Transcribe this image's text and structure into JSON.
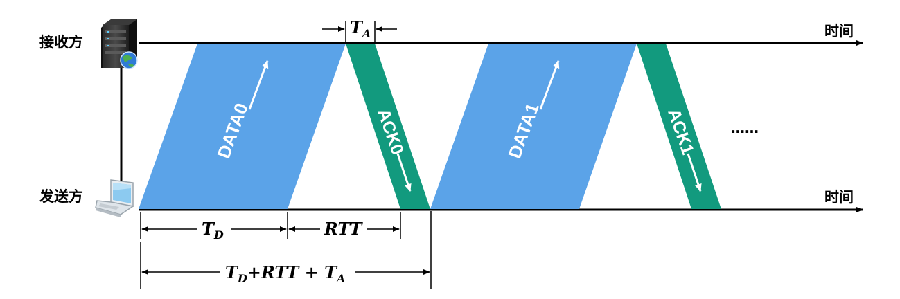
{
  "labels": {
    "receiver": "接收方",
    "sender": "发送方",
    "time_top": "时间",
    "time_bottom": "时间",
    "ellipsis": "……"
  },
  "packets": {
    "data0": "DATA0",
    "ack0": "ACK0",
    "data1": "DATA1",
    "ack1": "ACK1"
  },
  "timing": {
    "ta": {
      "main": "T",
      "sub": "A"
    },
    "td": {
      "main": "T",
      "sub": "D"
    },
    "rtt": "RTT",
    "total": {
      "t1": "T",
      "s1": "D",
      "mid": "+RTT + ",
      "t2": "T",
      "s2": "A"
    }
  },
  "colors": {
    "data": "#5ba3e8",
    "ack": "#129a7e",
    "line": "#000000"
  }
}
